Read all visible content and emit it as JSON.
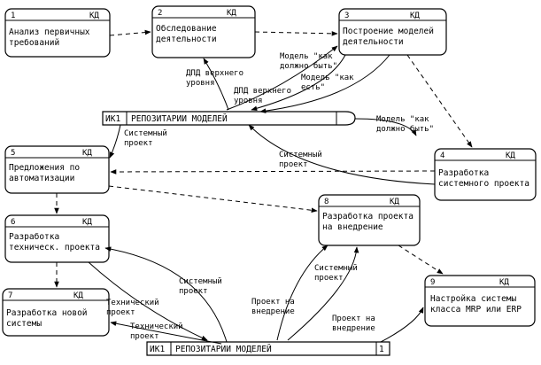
{
  "processes": [
    {
      "id": "p1",
      "number": "1",
      "code": "КД",
      "lines": [
        "Анализ первичных",
        "требований"
      ]
    },
    {
      "id": "p2",
      "number": "2",
      "code": "КД",
      "lines": [
        "Обследование",
        "деятельности"
      ]
    },
    {
      "id": "p3",
      "number": "3",
      "code": "КД",
      "lines": [
        "Построение моделей",
        "деятельности"
      ]
    },
    {
      "id": "p4",
      "number": "4",
      "code": "КД",
      "lines": [
        "Разработка",
        "системного проекта"
      ]
    },
    {
      "id": "p5",
      "number": "5",
      "code": "КД",
      "lines": [
        "Предложения по",
        "автоматизации"
      ]
    },
    {
      "id": "p6",
      "number": "6",
      "code": "КД",
      "lines": [
        "Разработка",
        "техническ. проекта"
      ]
    },
    {
      "id": "p7",
      "number": "7",
      "code": "КД",
      "lines": [
        "Разработка новой",
        "системы"
      ]
    },
    {
      "id": "p8",
      "number": "8",
      "code": "КД",
      "lines": [
        "Разработка проекта",
        "на внедрение"
      ]
    },
    {
      "id": "p9",
      "number": "9",
      "code": "КД",
      "lines": [
        "Настройка системы",
        "класса MRP или ERP"
      ]
    }
  ],
  "stores": [
    {
      "id": "s1",
      "code": "ИК1",
      "name": "РЕПОЗИТАРИИ МОДЕЛЕЙ",
      "number": ""
    },
    {
      "id": "s2",
      "code": "ИК1",
      "name": "РЕПОЗИТАРИИ МОДЕЛЕЙ",
      "number": "1"
    }
  ],
  "flow_labels": [
    {
      "id": "f1",
      "lines": [
        "ДПД верхнего",
        "уровня"
      ]
    },
    {
      "id": "f2",
      "lines": [
        "ДПД верхнего",
        "уровня"
      ]
    },
    {
      "id": "f3",
      "lines": [
        "Модель \"как",
        "должно быть\""
      ]
    },
    {
      "id": "f4",
      "lines": [
        "Модель \"как",
        "есть\""
      ]
    },
    {
      "id": "f5",
      "lines": [
        "Модель \"как",
        "должно быть\""
      ]
    },
    {
      "id": "f6",
      "lines": [
        "Системный",
        "проект"
      ]
    },
    {
      "id": "f7",
      "lines": [
        "Системный",
        "проект"
      ]
    },
    {
      "id": "f8",
      "lines": [
        "Системный",
        "проект"
      ]
    },
    {
      "id": "f9",
      "lines": [
        "Системный",
        "проект"
      ]
    },
    {
      "id": "f10",
      "lines": [
        "Технический",
        "проект"
      ]
    },
    {
      "id": "f11",
      "lines": [
        "Технический",
        "проект"
      ]
    },
    {
      "id": "f12",
      "lines": [
        "Проект на",
        "внедрение"
      ]
    },
    {
      "id": "f13",
      "lines": [
        "Проект на",
        "внедрение"
      ]
    }
  ]
}
